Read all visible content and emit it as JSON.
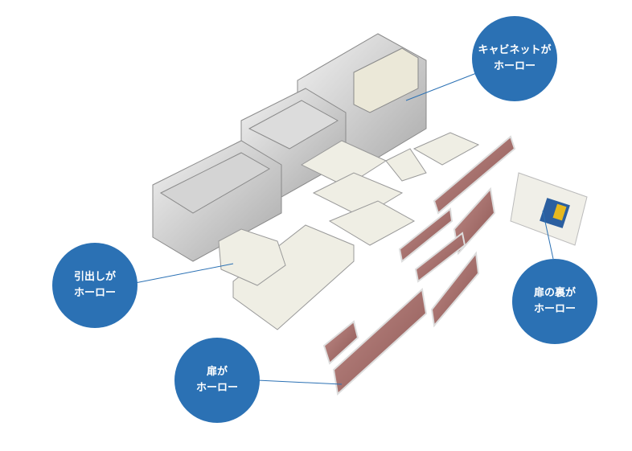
{
  "colors": {
    "bubble": "#2b71b4",
    "line": "#2b71b4",
    "door": "#a8706f",
    "enamel": "#efeee4"
  },
  "callouts": {
    "cabinet": {
      "line1": "キャビネットが",
      "line2": "ホーロー"
    },
    "drawer": {
      "line1": "引出しが",
      "line2": "ホーロー"
    },
    "door": {
      "line1": "扉が",
      "line2": "ホーロー"
    },
    "door_back": {
      "line1": "扉の裏が",
      "line2": "ホーロー"
    }
  }
}
